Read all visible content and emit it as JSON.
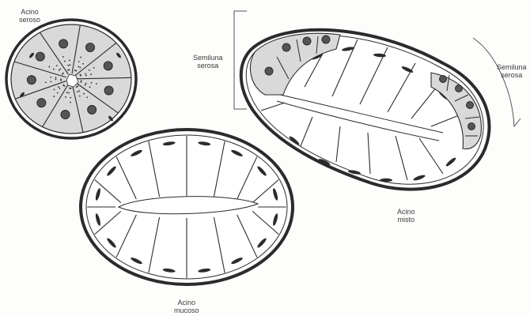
{
  "labels": {
    "serous_acinus": [
      "Acino",
      "seroso"
    ],
    "serous_demilune_left": [
      "Semiluna",
      "serosa"
    ],
    "serous_demilune_right": [
      "Semiluna",
      "serosa"
    ],
    "mixed_acinus": [
      "Acino",
      "misto"
    ],
    "mucous_acinus": [
      "Acino",
      "mucoso"
    ]
  },
  "colors": {
    "ink": "#2b2b2b",
    "serous_cell_fill": "#d9d9d9",
    "nucleus_fill": "#555555",
    "mucous_cell_fill": "#ffffff",
    "background": "#fdfdfb"
  }
}
